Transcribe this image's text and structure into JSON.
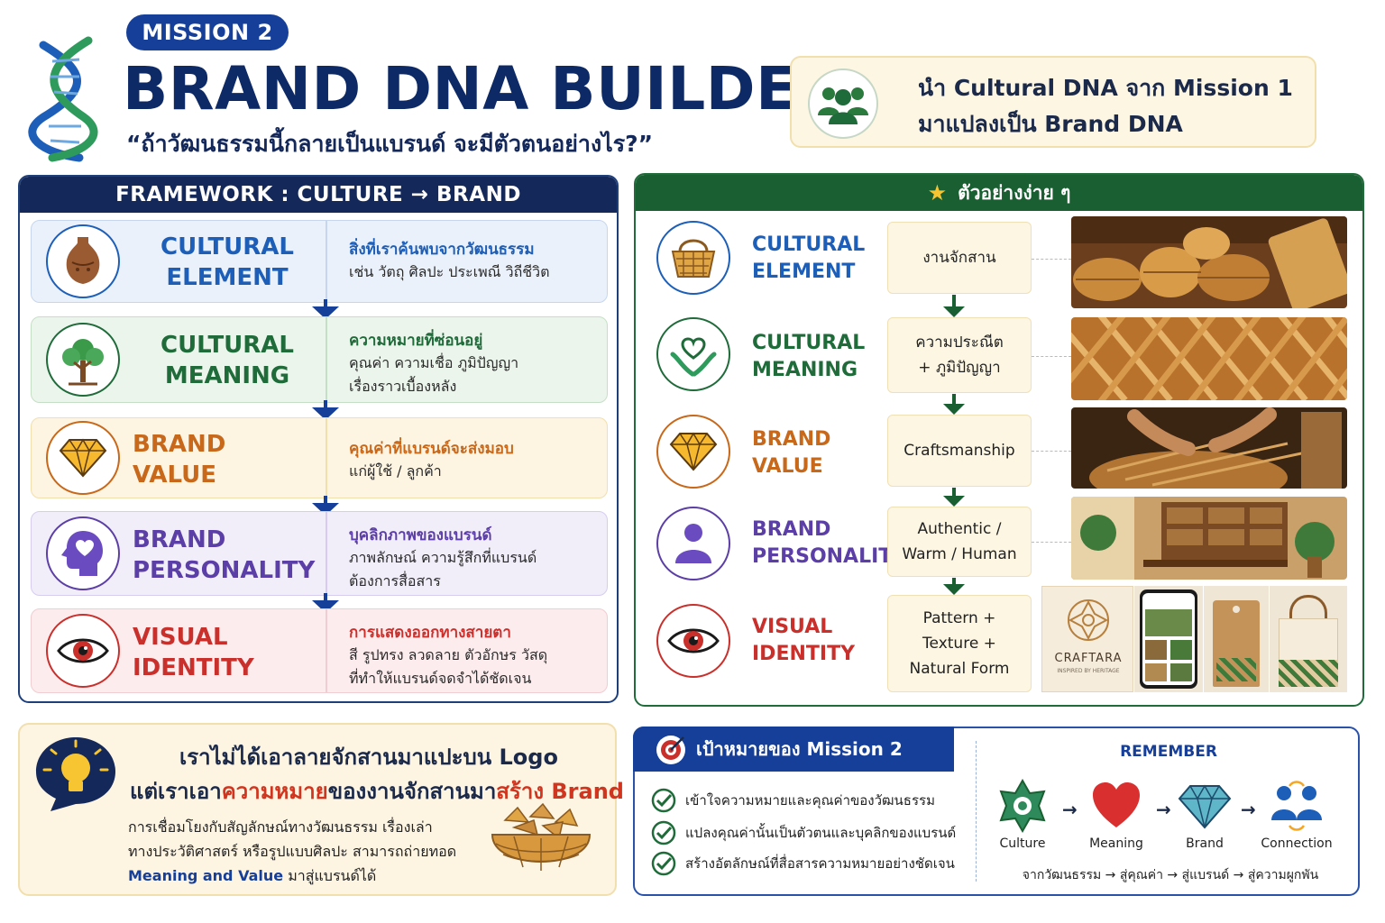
{
  "header": {
    "mission_badge": "MISSION 2",
    "title": "BRAND DNA BUILDER",
    "subtitle": "“ถ้าวัฒนธรรมนี้กลายเป็นแบรนด์ จะมีตัวตนอย่างไร?”",
    "note_line1": "นำ Cultural DNA จาก Mission 1",
    "note_line2": "มาแปลงเป็น Brand DNA"
  },
  "framework": {
    "title": "FRAMEWORK : CULTURE → BRAND",
    "rows": [
      {
        "label1": "CULTURAL",
        "label2": "ELEMENT",
        "heading": "สิ่งที่เราค้นพบจากวัฒนธรรม",
        "line1": "เช่น วัตถุ ศิลปะ ประเพณี วิถีชีวิต",
        "line2": ""
      },
      {
        "label1": "CULTURAL",
        "label2": "MEANING",
        "heading": "ความหมายที่ซ่อนอยู่",
        "line1": "คุณค่า ความเชื่อ ภูมิปัญญา",
        "line2": "เรื่องราวเบื้องหลัง"
      },
      {
        "label1": "BRAND",
        "label2": "VALUE",
        "heading": "คุณค่าที่แบรนด์จะส่งมอบ",
        "line1": "แก่ผู้ใช้ / ลูกค้า",
        "line2": ""
      },
      {
        "label1": "BRAND",
        "label2": "PERSONALITY",
        "heading": "บุคลิกภาพของแบรนด์",
        "line1": "ภาพลักษณ์ ความรู้สึกที่แบรนด์",
        "line2": "ต้องการสื่อสาร"
      },
      {
        "label1": "VISUAL",
        "label2": "IDENTITY",
        "heading": "การแสดงออกทางสายตา",
        "line1": "สี รูปทรง ลวดลาย ตัวอักษร วัสดุ",
        "line2": "ที่ทำให้แบรนด์จดจำได้ชัดเจน"
      }
    ]
  },
  "example": {
    "title": "ตัวอย่างง่าย ๆ",
    "rows": [
      {
        "label1": "CULTURAL",
        "label2": "ELEMENT",
        "value_line1": "งานจักสาน",
        "value_line2": "",
        "value_line3": ""
      },
      {
        "label1": "CULTURAL",
        "label2": "MEANING",
        "value_line1": "ความประณีต",
        "value_line2": "+ ภูมิปัญญา",
        "value_line3": ""
      },
      {
        "label1": "BRAND",
        "label2": "VALUE",
        "value_line1": "Craftsmanship",
        "value_line2": "",
        "value_line3": ""
      },
      {
        "label1": "BRAND",
        "label2": "PERSONALITY",
        "value_line1": "Authentic /",
        "value_line2": "Warm / Human",
        "value_line3": ""
      },
      {
        "label1": "VISUAL",
        "label2": "IDENTITY",
        "value_line1": "Pattern +",
        "value_line2": "Texture +",
        "value_line3": "Natural Form"
      }
    ],
    "brand_name": "CRAFTARA",
    "brand_tagline": "INSPIRED BY HERITAGE"
  },
  "insight": {
    "line1": "เราไม่ได้เอาลายจักสานมาแปะบน Logo",
    "line2_a": "แต่เราเอา",
    "line2_b": "ความหมาย",
    "line2_c": "ของงานจักสานมา",
    "line2_d": "สร้าง Brand",
    "body1": "การเชื่อมโยงกับสัญลักษณ์ทางวัฒนธรรม เรื่องเล่า",
    "body2": "ทางประวัติศาสตร์ หรือรูปแบบศิลปะ สามารถถ่ายทอด",
    "body3_a": "Meaning and Value",
    "body3_b": " มาสู่แบรนด์ได้"
  },
  "goal": {
    "title": "เป้าหมายของ Mission 2",
    "items": [
      "เข้าใจความหมายและคุณค่าของวัฒนธรรม",
      "แปลงคุณค่านั้นเป็นตัวตนและบุคลิกของแบรนด์",
      "สร้างอัตลักษณ์ที่สื่อสารความหมายอย่างชัดเจน"
    ],
    "remember_title": "REMEMBER",
    "steps": [
      "Culture",
      "Meaning",
      "Brand",
      "Connection"
    ],
    "flow": "จากวัฒนธรรม → สู่คุณค่า → สู่แบรนด์ → สู่ความผูกพัน"
  },
  "colors": {
    "navy": "#14285a",
    "green": "#1a5f32",
    "blue_label": "#163f99",
    "green_label": "#1f6b3a",
    "orange_label": "#c8681a",
    "purple_label": "#5b3ea6",
    "red_label": "#c9302c"
  }
}
